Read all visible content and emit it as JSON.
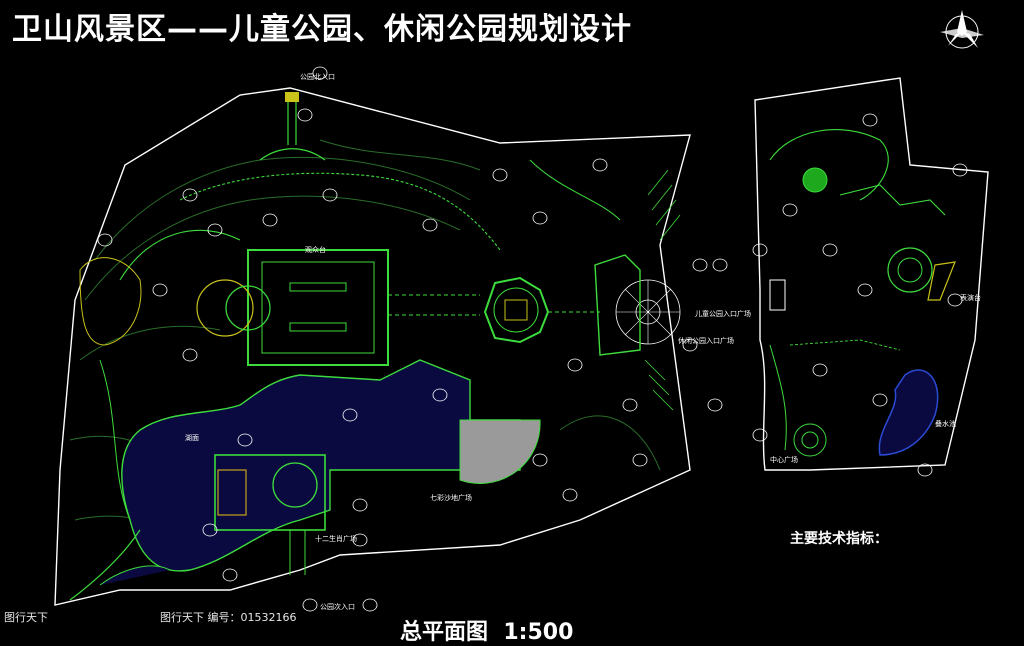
{
  "title": "卫山风景区——儿童公园、休闲公园规划设计",
  "footer": {
    "plan_title": "总平面图",
    "scale": "1:500"
  },
  "tech_indicators_label": "主要技术指标：",
  "watermark": {
    "site": "图行天下",
    "photo_label": "图行天下",
    "photo_no": "编号：01532166"
  },
  "labels": {
    "north_entrance": "公园北入口",
    "children_entrance_plaza": "儿童公园入口广场",
    "leisure_entrance_plaza": "休闲公园入口广场",
    "twelve_zodiac_plaza": "十二生肖广场",
    "seven_color_plaza": "七彩沙地广场",
    "park_south_entrance": "公园次入口",
    "lake": "湖面",
    "stage": "表演台",
    "performance_area": "观众台",
    "waterfall": "叠水池",
    "central_plaza": "中心广场"
  },
  "colors": {
    "background": "#000000",
    "boundary": "#ffffff",
    "path_green": "#3ddc3d",
    "contour": "#2a6e2a",
    "water": "#0a0a40",
    "paving": "#9a9a9a"
  }
}
